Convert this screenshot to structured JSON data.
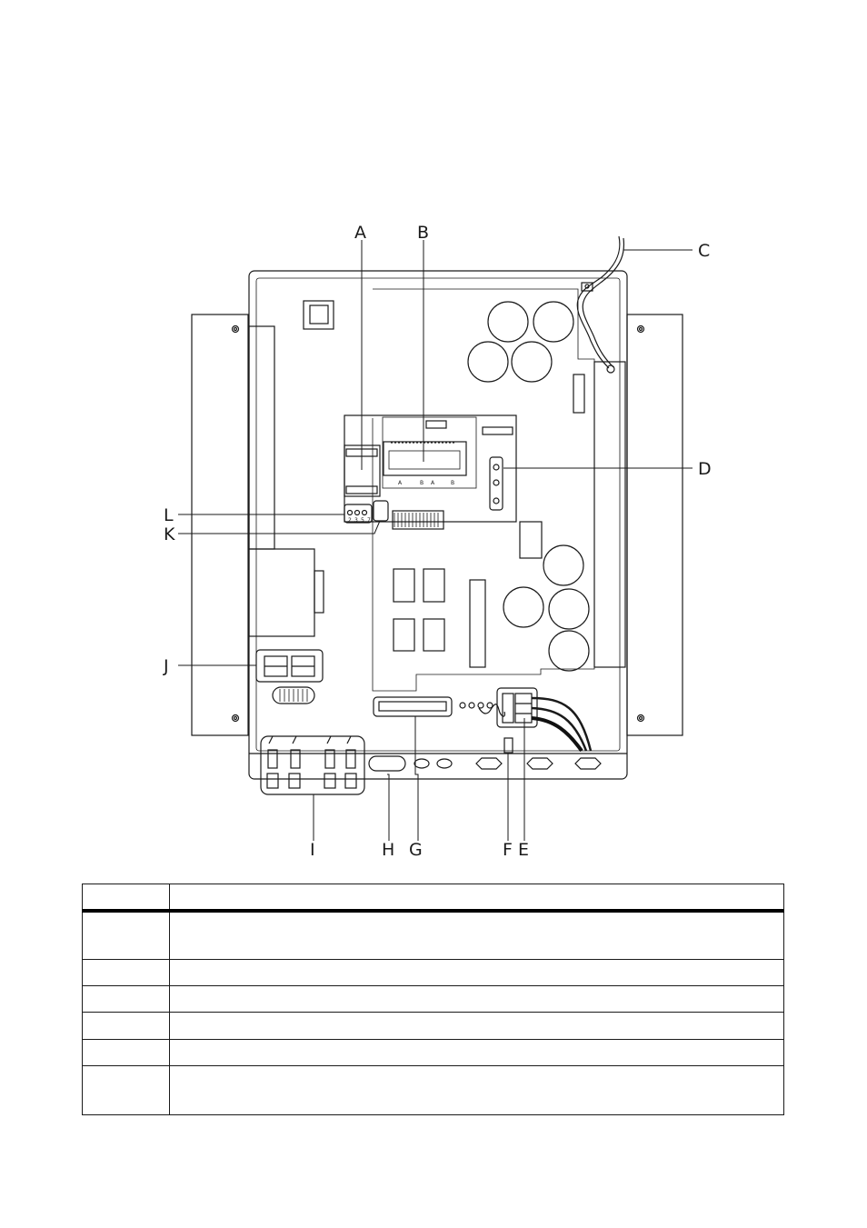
{
  "callouts": {
    "a": "A",
    "b": "B",
    "c": "C",
    "d": "D",
    "e": "E",
    "f": "F",
    "g": "G",
    "h": "H",
    "i": "I",
    "j": "J",
    "k": "K",
    "l": "L"
  },
  "display_pins": [
    "A",
    "B",
    "A",
    "B"
  ],
  "terminal_numbers": [
    "2",
    "3",
    "5",
    "7"
  ],
  "legend_table": {
    "header": [
      "",
      ""
    ],
    "rows": [
      [
        "",
        ""
      ],
      [
        "",
        ""
      ],
      [
        "",
        ""
      ],
      [
        "",
        ""
      ],
      [
        "",
        ""
      ],
      [
        "",
        ""
      ]
    ]
  },
  "colors": {
    "line": "#1a1a1a",
    "background": "#ffffff"
  }
}
